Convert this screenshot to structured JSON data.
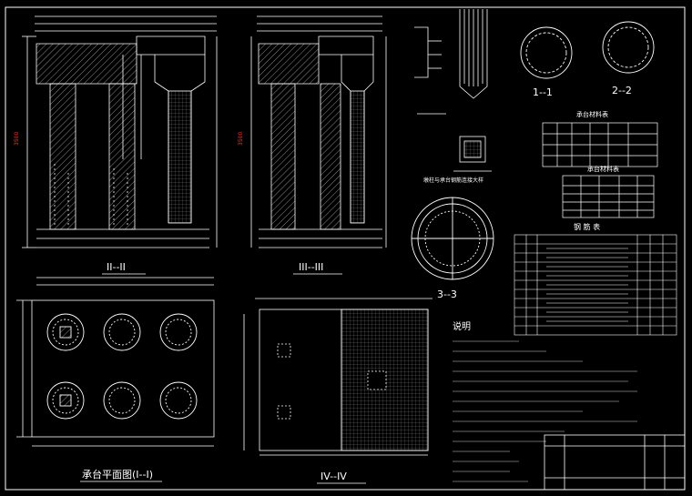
{
  "sections": {
    "s2": "II--II",
    "s3": "III--III",
    "s4": "IV--IV",
    "sec1": "1--1",
    "sec2": "2--2",
    "sec3": "3--3",
    "plan": "承台平面图(I--I)"
  },
  "tables": {
    "t1_title": "承台材料表",
    "t2_title": "承台材料表",
    "t3_title": "钢 筋 表"
  },
  "notes_title": "说明",
  "details": {
    "d1": "墩柱与承台钢筋连接大样"
  },
  "dims": {
    "h1": "3500",
    "h2": "3500"
  },
  "colors": {
    "background": "#000000",
    "line": "#ffffff",
    "hatch": "#bbbbbb",
    "accent": "#ff2a2a"
  }
}
